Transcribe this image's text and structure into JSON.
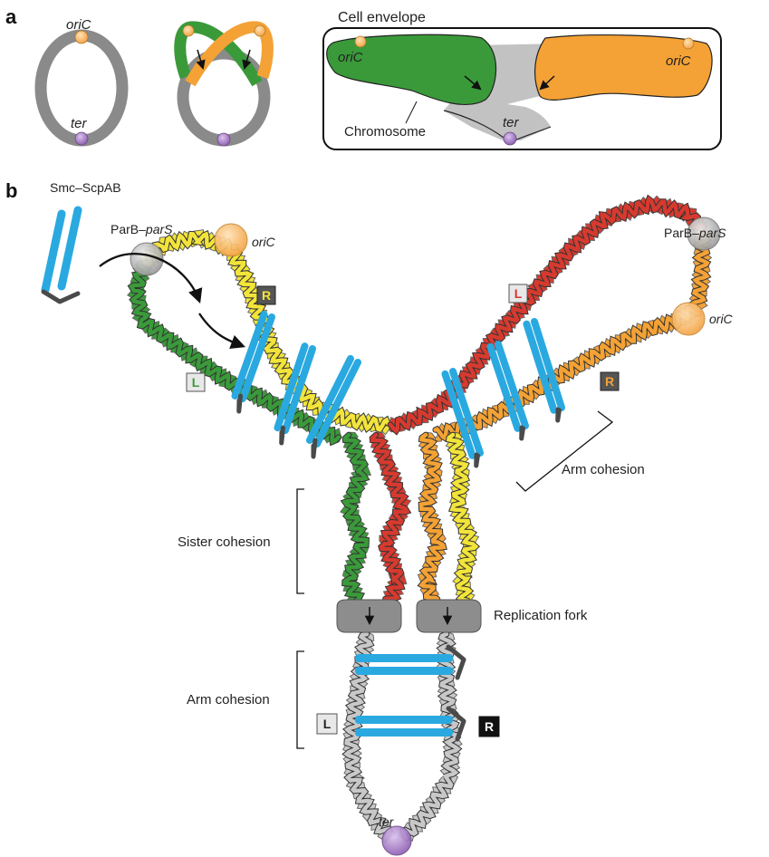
{
  "panels": {
    "a": "a",
    "b": "b"
  },
  "panel_a": {
    "oriC_label": "oriC",
    "ter_label": "ter",
    "envelope_title": "Cell envelope",
    "envelope_oriC_left": "oriC",
    "envelope_oriC_right": "oriC",
    "envelope_ter": "ter",
    "chromosome_label": "Chromosome"
  },
  "panel_b": {
    "smc_label": "Smc–ScpAB",
    "parb_left_prefix": "ParB–",
    "parb_left_italic": "parS",
    "oriC_left": "oriC",
    "parb_right_prefix": "ParB–",
    "parb_right_italic": "parS",
    "oriC_right": "oriC",
    "arm_cohesion_upper": "Arm cohesion",
    "sister_cohesion": "Sister cohesion",
    "replication_fork": "Replication fork",
    "arm_cohesion_lower": "Arm cohesion",
    "ter_bottom": "ter",
    "box_R_yellow": "R",
    "box_L_green": "L",
    "box_L_red": "L",
    "box_R_orange": "R",
    "box_L_lower": "L",
    "box_R_lower": "R"
  },
  "colors": {
    "green": "#3a9a3a",
    "orange": "#f4a235",
    "red": "#d63a2f",
    "yellow": "#f2e43a",
    "gray_dna": "#c8c8c8",
    "smc_blue": "#2aa9e0",
    "dark": "#4a4a4a",
    "chrom_gray": "#888888",
    "purple": "#a678c4"
  }
}
